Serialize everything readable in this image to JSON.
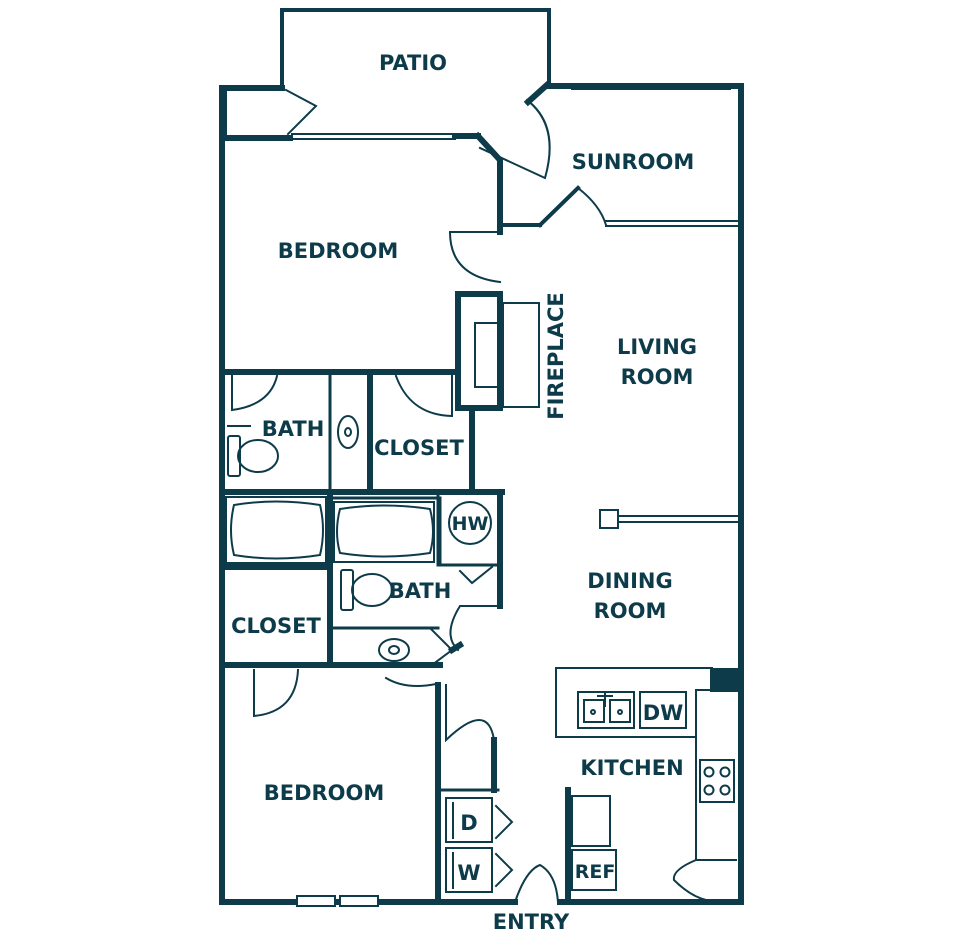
{
  "rooms": {
    "patio": "PATIO",
    "sunroom": "SUNROOM",
    "bedroom_top": "BEDROOM",
    "fireplace": "FIREPLACE",
    "living_line1": "LIVING",
    "living_line2": "ROOM",
    "bath_top": "BATH",
    "closet_top": "CLOSET",
    "hw": "HW",
    "bath_bottom": "BATH",
    "dining_line1": "DINING",
    "dining_line2": "ROOM",
    "closet_bottom": "CLOSET",
    "dw": "DW",
    "kitchen": "KITCHEN",
    "bedroom_bottom": "BEDROOM",
    "dryer": "D",
    "washer": "W",
    "ref": "REF",
    "entry": "ENTRY"
  },
  "colors": {
    "wall": "#0d3b4a",
    "background": "#ffffff"
  }
}
